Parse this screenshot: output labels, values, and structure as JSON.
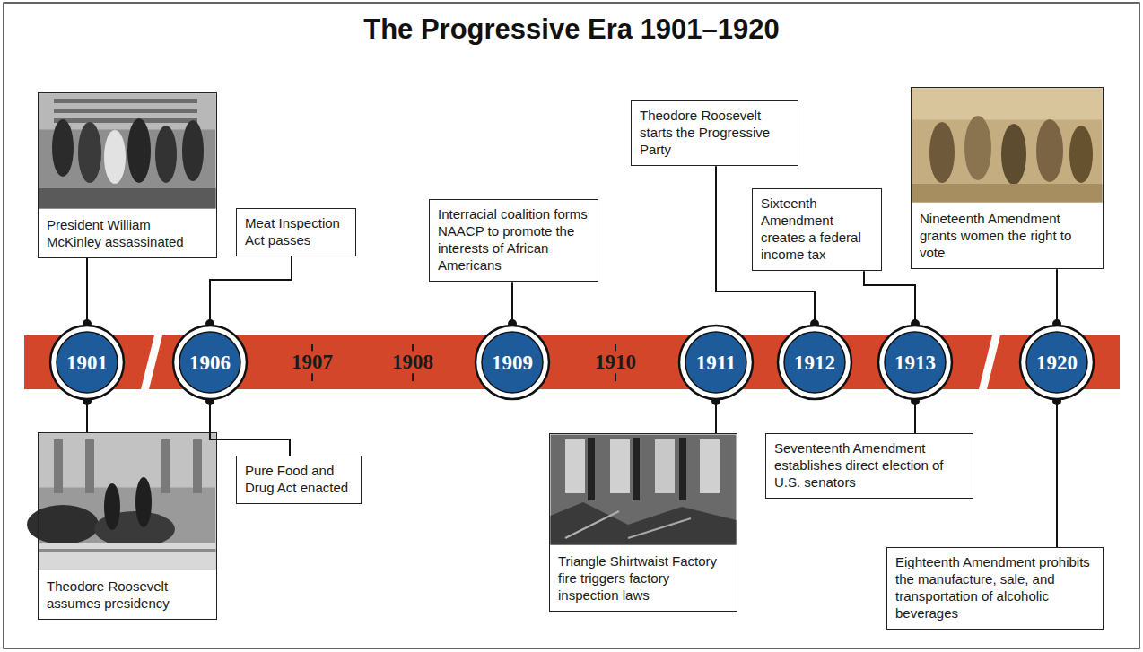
{
  "diagram": {
    "title": "The Progressive Era 1901–1920",
    "nodes": [
      {
        "text": [
          "President William McKinley assassinated"
        ]
      },
      {
        "text": [
          "1901"
        ]
      },
      {
        "text": [
          "Theodore Roosevelt assumes presidency"
        ]
      },
      {
        "text": [
          "Meat Inspection Act passes"
        ]
      },
      {
        "text": [
          "1906"
        ]
      },
      {
        "text": [
          "Pure Food and Drug Act enacted"
        ]
      },
      {
        "text": [
          "Interracial coalition forms NAACP to promote the interests of African Americans"
        ]
      },
      {
        "text": [
          "1909"
        ]
      },
      {
        "text": [
          "Theodore Roosevelt starts the Progressive Party"
        ]
      },
      {
        "text": [
          "1911"
        ]
      },
      {
        "text": [
          "Triangle Shirtwaist Factory fire triggers factory inspection laws"
        ]
      },
      {
        "text": [
          "Sixteenth Amendment creates a federal income tax"
        ]
      },
      {
        "text": [
          "1912"
        ]
      },
      {
        "text": [
          "1913"
        ]
      },
      {
        "text": [
          "Seventeenth Amendment establishes direct election of U.S. senators"
        ]
      },
      {
        "text": [
          "Nineteenth Amendment grants women the right to vote"
        ]
      },
      {
        "text": [
          "1920"
        ]
      },
      {
        "text": [
          "Eighteenth Amendment prohibits the manufacture, sale, and transportation of alcoholic beverages"
        ]
      }
    ],
    "edges": [
      {
        "from": 0,
        "to": 1,
        "arrow": "none"
      },
      {
        "from": 1,
        "to": 2,
        "arrow": "none"
      },
      {
        "from": 3,
        "to": 4,
        "arrow": "none"
      },
      {
        "from": 4,
        "to": 5,
        "arrow": "none"
      },
      {
        "from": 6,
        "to": 7,
        "arrow": "none"
      },
      {
        "from": 8,
        "to": 12,
        "arrow": "none"
      },
      {
        "from": 9,
        "to": 10,
        "arrow": "none"
      },
      {
        "from": 11,
        "to": 13,
        "arrow": "none"
      },
      {
        "from": 13,
        "to": 14,
        "arrow": "none"
      },
      {
        "from": 15,
        "to": 16,
        "arrow": "none"
      },
      {
        "from": 16,
        "to": 17,
        "arrow": "none"
      }
    ],
    "labels": [
      "1907",
      "1908",
      "1910"
    ]
  }
}
